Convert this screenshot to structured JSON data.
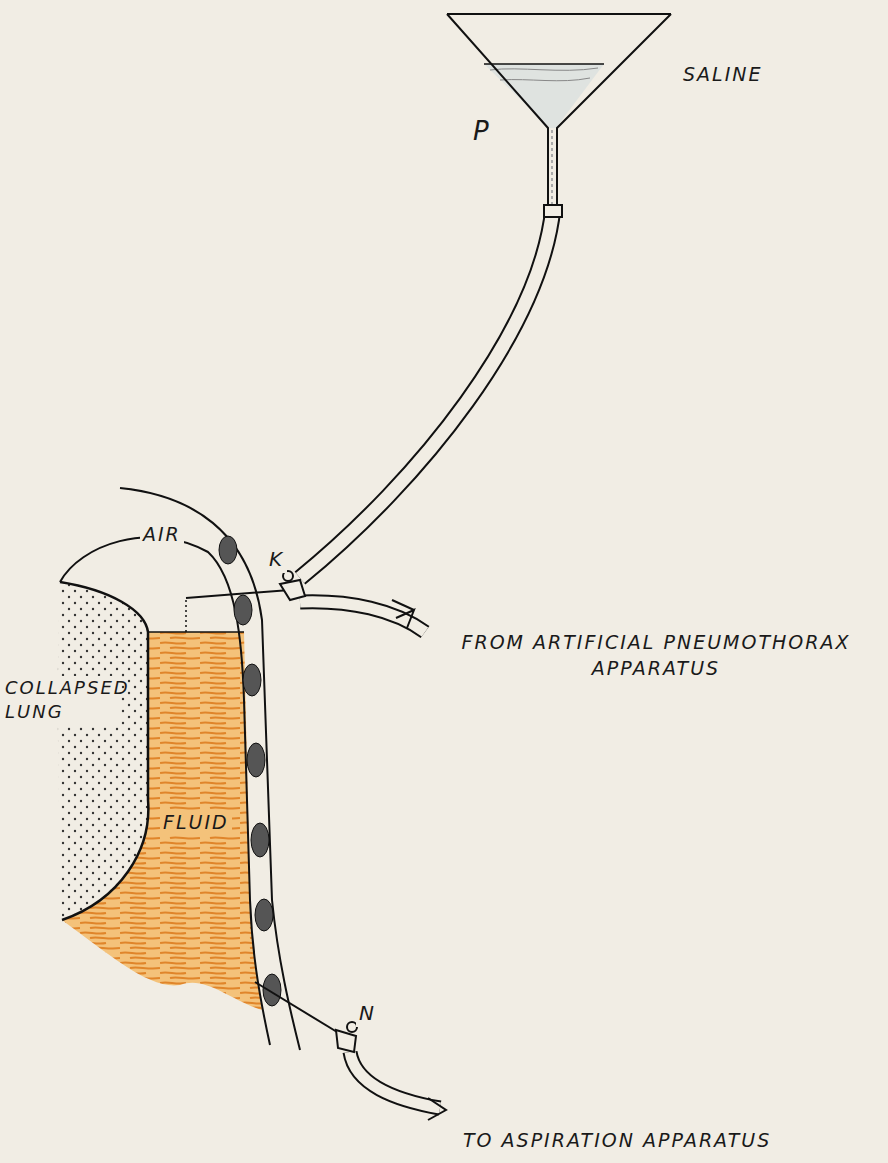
{
  "diagram": {
    "labels": [
      "SALINE",
      "P",
      "K",
      "AIR",
      "FROM ARTIFICIAL PNEUMOTHORAX APPARATUS",
      "COLLAPSED LUNG",
      "FLUID",
      "N",
      "TO ASPIRATION APPARATUS"
    ]
  }
}
